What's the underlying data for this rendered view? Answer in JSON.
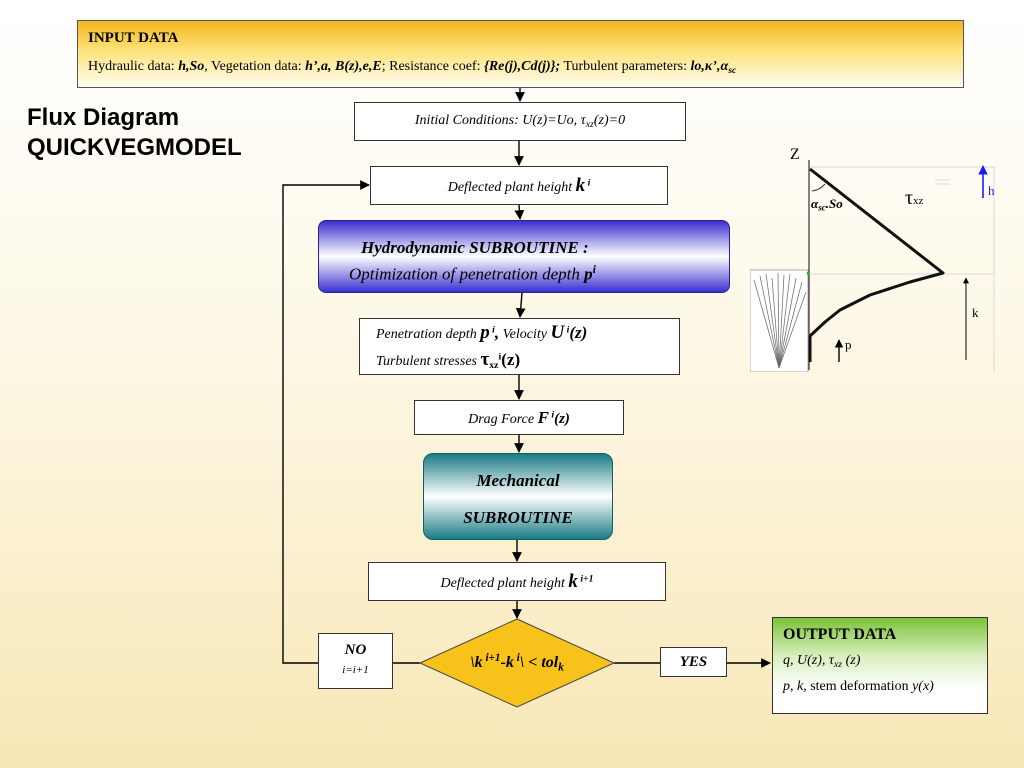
{
  "side_title": {
    "line1": "Flux Diagram",
    "line2": "QUICKVEGMODEL"
  },
  "input": {
    "title": "INPUT DATA",
    "hydraulic_label": "Hydraulic data: ",
    "hydraulic_vars": "h,So",
    "vegetation_label": ", Vegetation data: ",
    "vegetation_vars": "h’,a, B(z),e,E",
    "resistance_label": "; Resistance coef: ",
    "resistance_vars": "{Re(j),Cd(j)};",
    "turbulent_label": " Turbulent parameters: ",
    "turbulent_vars": "lo,κ’,α",
    "turbulent_sub": "sc"
  },
  "initial": {
    "text": "Initial Conditions: U(z)=Uo,  τ",
    "sub": "xz",
    "tail": "(z)=0"
  },
  "deflected1": {
    "text": "Deflected plant height  ",
    "k": "k",
    "sup": " i"
  },
  "hydro": {
    "line1": "Hydrodynamic SUBROUTINE :",
    "line2": "Optimization of penetration depth ",
    "p": "p",
    "sup": "i"
  },
  "penetration": {
    "l1a": "Penetration depth ",
    "p": "p",
    "p_sup": " i",
    "comma": ",",
    "l1b": "  Velocity  ",
    "u": "U",
    "u_sup": " i",
    "u_tail": "(z)",
    "l2a": "Turbulent stresses ",
    "tau": "τ",
    "tau_sub": "xz",
    "tau_sup": "i",
    "tau_tail": "(z)"
  },
  "drag": {
    "text": "Drag Force  ",
    "f": "F",
    "sup": " i",
    "tail": "(z)"
  },
  "mech": {
    "line1": "Mechanical",
    "line2": "SUBROUTINE"
  },
  "deflected2": {
    "text": "Deflected plant height  ",
    "k": "k",
    "sup": " i+1"
  },
  "decision": {
    "pre": "\\k",
    "sup1": " i+1",
    "mid": "-k",
    "sup2": " i",
    "post": "\\ < tol",
    "sub": "k"
  },
  "no_box": {
    "label": "NO",
    "sub": "i=i+1"
  },
  "yes_box": {
    "label": "YES"
  },
  "output": {
    "title": "OUTPUT DATA",
    "l1a": "q, U(z),  τ",
    "l1_sub": "xz",
    "l1b": " (z)",
    "l2a": "p, k",
    "l2b": ", stem deformation ",
    "l2c": "y(x)"
  },
  "profile": {
    "z": "Z",
    "alpha": "α",
    "alpha_sub": "sc",
    "so": ".So",
    "tau": "τ",
    "tau_sub": "xz",
    "h": "h",
    "k": "k",
    "p": "p"
  },
  "colors": {
    "input_top": "#f2b51e",
    "hydro": "#3a2fd0",
    "mech": "#1a7c84",
    "decision": "#f7c21a",
    "output_top": "#7cc238",
    "h_arrow": "#1a1aff"
  }
}
